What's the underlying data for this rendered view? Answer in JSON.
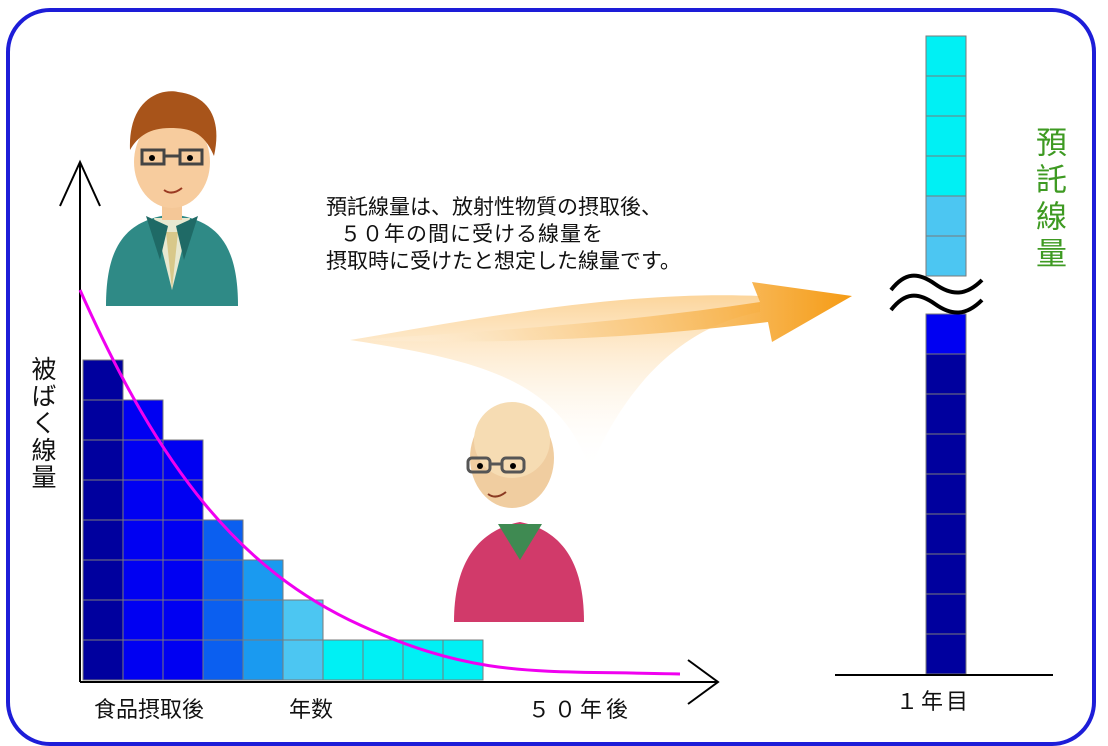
{
  "diagram": {
    "y_axis_label": "被ばく線量",
    "x_start_label": "食品摂取後",
    "x_mid_label": "年数",
    "x_end_label": "５０年後",
    "explanation_lines": [
      "預託線量は、放射性物質の摂取後、",
      "５０年の間に受ける線量を",
      "摂取時に受けたと想定した線量です。"
    ],
    "committed_dose_label": "預託線量",
    "year_label": "１年目",
    "colors": {
      "frame": "#1d1dd8",
      "grid_dark": "#00009e",
      "grid_blue": "#0000f2",
      "grid_mid": "#0b5ff0",
      "grid_light": "#1a9af0",
      "grid_sky": "#4cc6f2",
      "grid_cyan": "#00f0f4",
      "decay_curve": "#f000f0",
      "arrow": "#f59b14",
      "label_green": "#3e9a22"
    },
    "staircase_column_heights_in_blocks": [
      8,
      7,
      6,
      4,
      3,
      2,
      1,
      1,
      1,
      1
    ],
    "right_bar": {
      "upper_blocks": 6,
      "lower_blocks": 9
    },
    "icons": [
      "young-man-icon",
      "elderly-man-icon"
    ]
  }
}
